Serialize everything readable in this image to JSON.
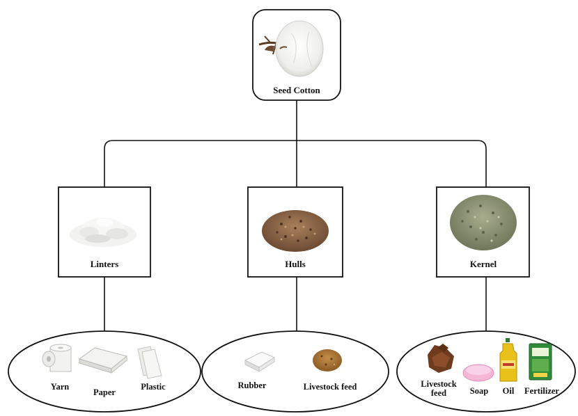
{
  "root": {
    "label": "Seed Cotton"
  },
  "nodes": [
    {
      "label": "Linters",
      "products": [
        {
          "label": "Yarn"
        },
        {
          "label": "Paper"
        },
        {
          "label": "Plastic"
        }
      ]
    },
    {
      "label": "Hulls",
      "products": [
        {
          "label": "Rubber"
        },
        {
          "label": "Livestock feed"
        }
      ]
    },
    {
      "label": "Kernel",
      "products": [
        {
          "label": "Livestock",
          "label2": "feed"
        },
        {
          "label": "Soap"
        },
        {
          "label": "Oil"
        },
        {
          "label": "Fertilizer"
        }
      ]
    }
  ],
  "colors": {
    "stroke": "#111111",
    "cotton_white": "#f4f4f2",
    "hulls_brown": "#8a6548",
    "kernel_gray": "#8e9474",
    "oil_yellow": "#e8c21a",
    "fertilizer_green": "#2f8a3a",
    "soap_pink": "#f6b6d6"
  }
}
